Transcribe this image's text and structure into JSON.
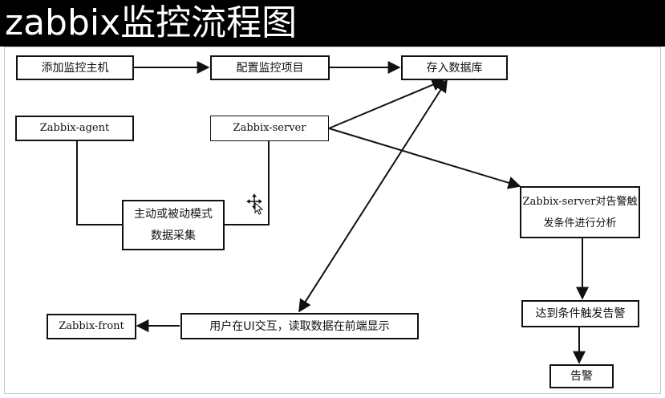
{
  "title": "zabbix监控流程图",
  "colors": {
    "header_bg": "#000000",
    "title_text": "#ffffff",
    "canvas_bg": "#ffffff",
    "lines": "#111111"
  },
  "diagram": {
    "add_host": "添加监控主机",
    "config_items": "配置监控项目",
    "store_db": "存入数据库",
    "agent": "Zabbix-agent",
    "server": "Zabbix-server",
    "collect": "主动或被动模式\n数据采集",
    "analyze": "Zabbix-server对告警触\n发条件进行分析",
    "front": "Zabbix-front",
    "ui": "用户在UI交互，读取数据在前端显示",
    "reach": "达到条件触发告警",
    "alert": "告警"
  },
  "cursor_icon": "move-cursor-icon"
}
